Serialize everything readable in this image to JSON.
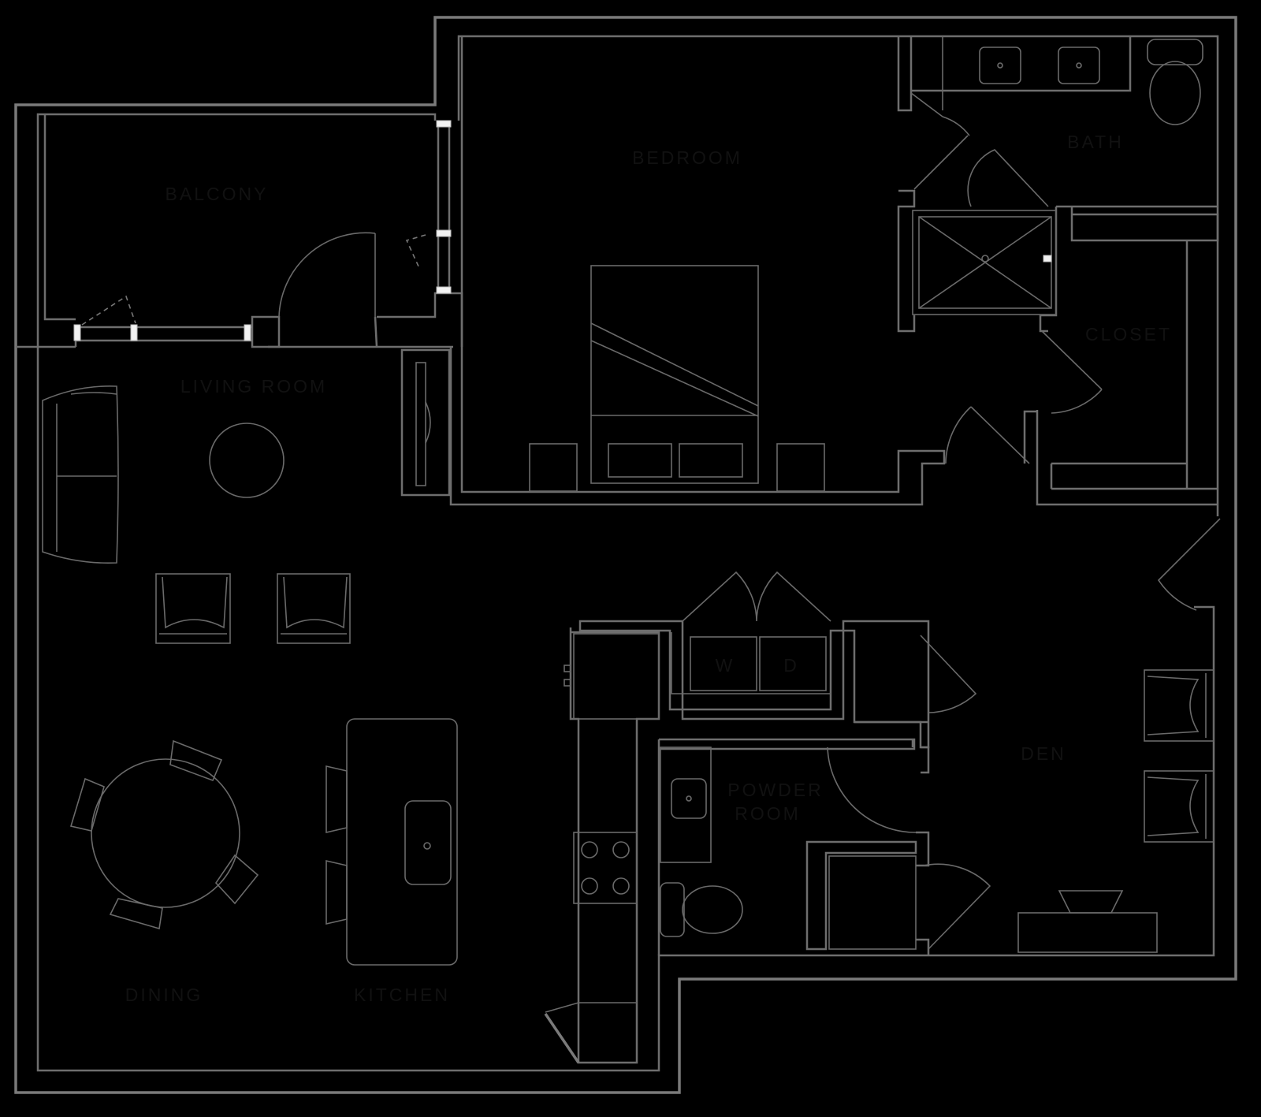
{
  "rooms": {
    "balcony": "BALCONY",
    "bedroom": "BEDROOM",
    "bath": "BATH",
    "closet": "CLOSET",
    "living_room": "LIVING ROOM",
    "dining": "DINING",
    "kitchen": "KITCHEN",
    "powder_room_line1": "POWDER",
    "powder_room_line2": "ROOM",
    "den": "DEN",
    "washer": "W",
    "dryer": "D"
  },
  "colors": {
    "background": "#000000",
    "wall": "#7a7a7a",
    "fixture": "#6a6a6a",
    "label": "#111111"
  }
}
